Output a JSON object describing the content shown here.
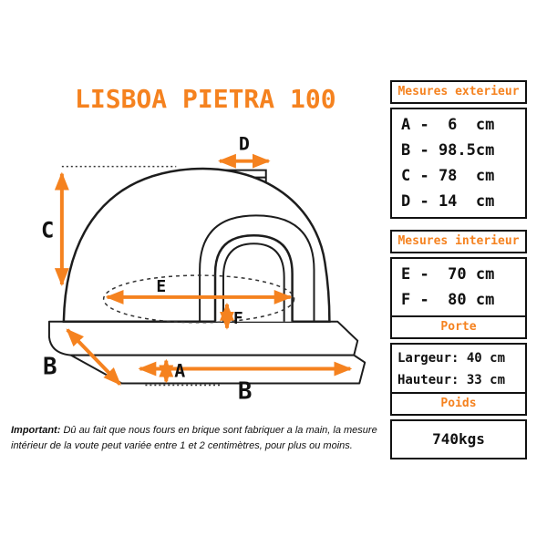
{
  "title": "LISBOA PIETRA 100",
  "colors": {
    "accent": "#F5821F",
    "line": "#111111"
  },
  "diagram": {
    "labels": {
      "A": "A",
      "B_side": "B",
      "B_bottom": "B",
      "C": "C",
      "D": "D",
      "E": "E",
      "F": "F"
    }
  },
  "panels": [
    {
      "header": "Mesures exterieur",
      "rows": [
        "A -  6  cm",
        "B - 98.5cm",
        "C - 78  cm",
        "D - 14  cm"
      ]
    },
    {
      "header": "Mesures interieur",
      "rows": [
        "E -  70 cm",
        "F -  80 cm"
      ]
    },
    {
      "header": "Porte",
      "rows": [
        "Largeur: 40 cm",
        "Hauteur: 33 cm"
      ]
    },
    {
      "header": "Poids",
      "rows": [
        "740kgs"
      ]
    }
  ],
  "note": {
    "prefix": "Important:",
    "text": " Dû au fait que nous fours en brique sont fabriquer a la main, la mesure intérieur de la voute peut variée entre 1 et 2 centimètres, pour plus ou moins."
  }
}
